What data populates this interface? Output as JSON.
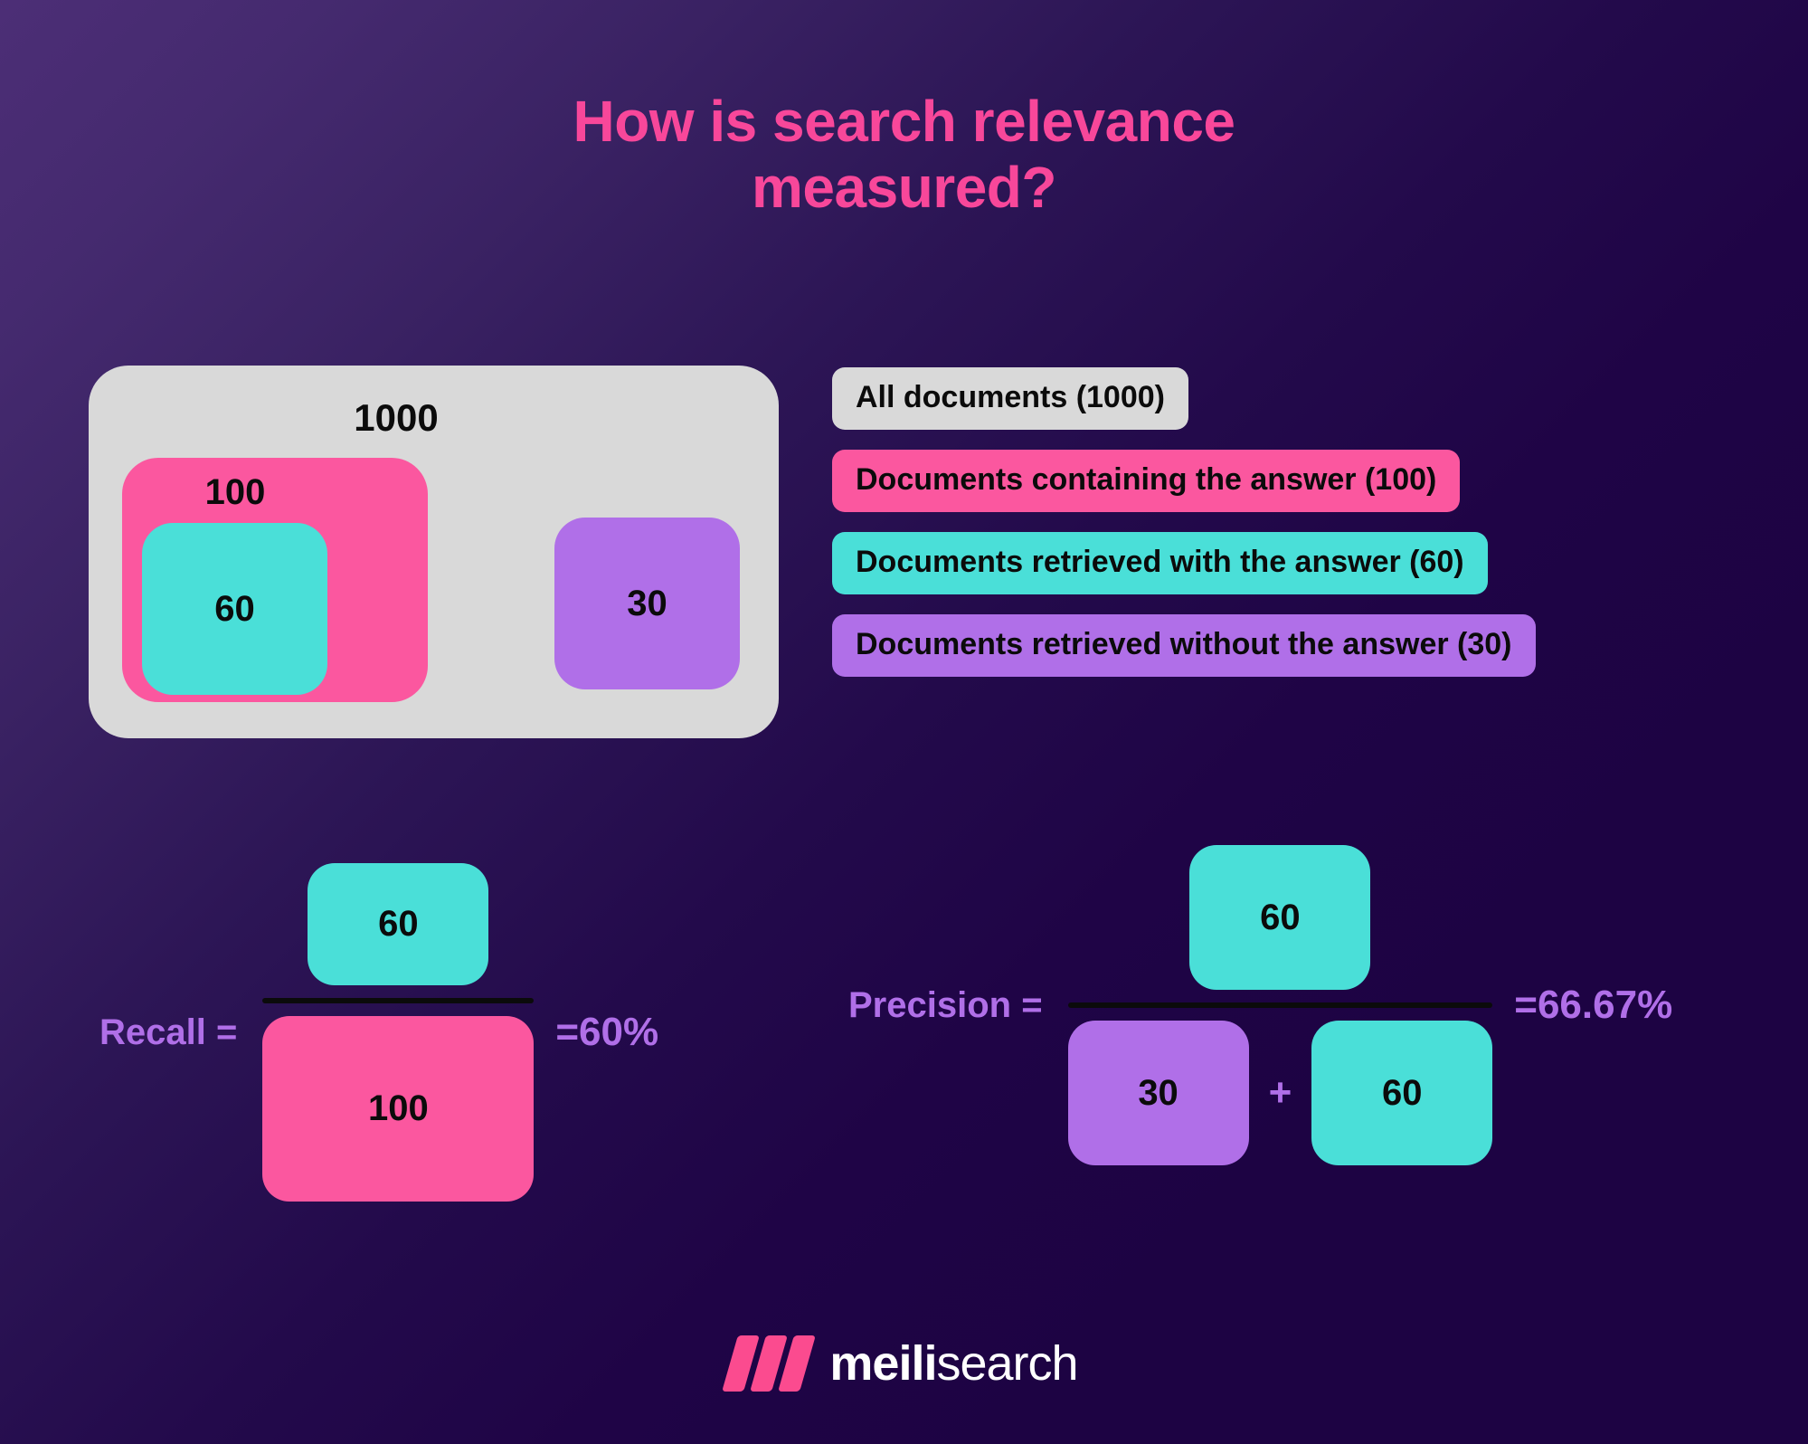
{
  "title": {
    "line1": "How is search relevance",
    "line2": "measured?"
  },
  "colors": {
    "background_dark": "#1d0343",
    "background_light": "#4c2e76",
    "title_pink": "#f8479a",
    "all_documents_gray": "#d9d9d9",
    "containing_pink": "#fb579f",
    "retrieved_with_teal": "#4adfd8",
    "retrieved_without_purple": "#b06fe8",
    "label_black": "#0b0b0b",
    "logo_pink": "#fb4b8f"
  },
  "venn": {
    "total_label": "1000",
    "containing_label": "100",
    "retrieved_with_label": "60",
    "retrieved_without_label": "30"
  },
  "legend": {
    "items": [
      {
        "label": "All documents (1000)",
        "color": "#d9d9d9",
        "name": "all-documents"
      },
      {
        "label": "Documents containing the answer (100)",
        "color": "#fb579f",
        "name": "documents-containing-answer"
      },
      {
        "label": "Documents retrieved with the answer (60)",
        "color": "#4adfd8",
        "name": "documents-retrieved-with-answer"
      },
      {
        "label": "Documents retrieved without the answer (30)",
        "color": "#b06fe8",
        "name": "documents-retrieved-without-answer"
      }
    ]
  },
  "formulas": {
    "recall": {
      "label": "Recall =",
      "numerator": "60",
      "denominator": "100",
      "result": "=60%"
    },
    "precision": {
      "label": "Precision =",
      "numerator": "60",
      "denominator_left": "30",
      "denominator_operator": "+",
      "denominator_right": "60",
      "result": "=66.67%"
    }
  },
  "logo": {
    "brand_bold": "meili",
    "brand_light": "search"
  },
  "chart_data": {
    "type": "diagram",
    "title": "How is search relevance measured?",
    "sets": [
      {
        "name": "All documents",
        "value": 1000,
        "color": "#d9d9d9"
      },
      {
        "name": "Documents containing the answer",
        "value": 100,
        "color": "#fb579f"
      },
      {
        "name": "Documents retrieved with the answer",
        "value": 60,
        "color": "#4adfd8"
      },
      {
        "name": "Documents retrieved without the answer",
        "value": 30,
        "color": "#b06fe8"
      }
    ],
    "metrics": [
      {
        "name": "Recall",
        "formula": "60 / 100",
        "value": 60.0,
        "display": "=60%"
      },
      {
        "name": "Precision",
        "formula": "60 / (30+60)",
        "value": 66.67,
        "display": "=66.67%"
      }
    ]
  }
}
